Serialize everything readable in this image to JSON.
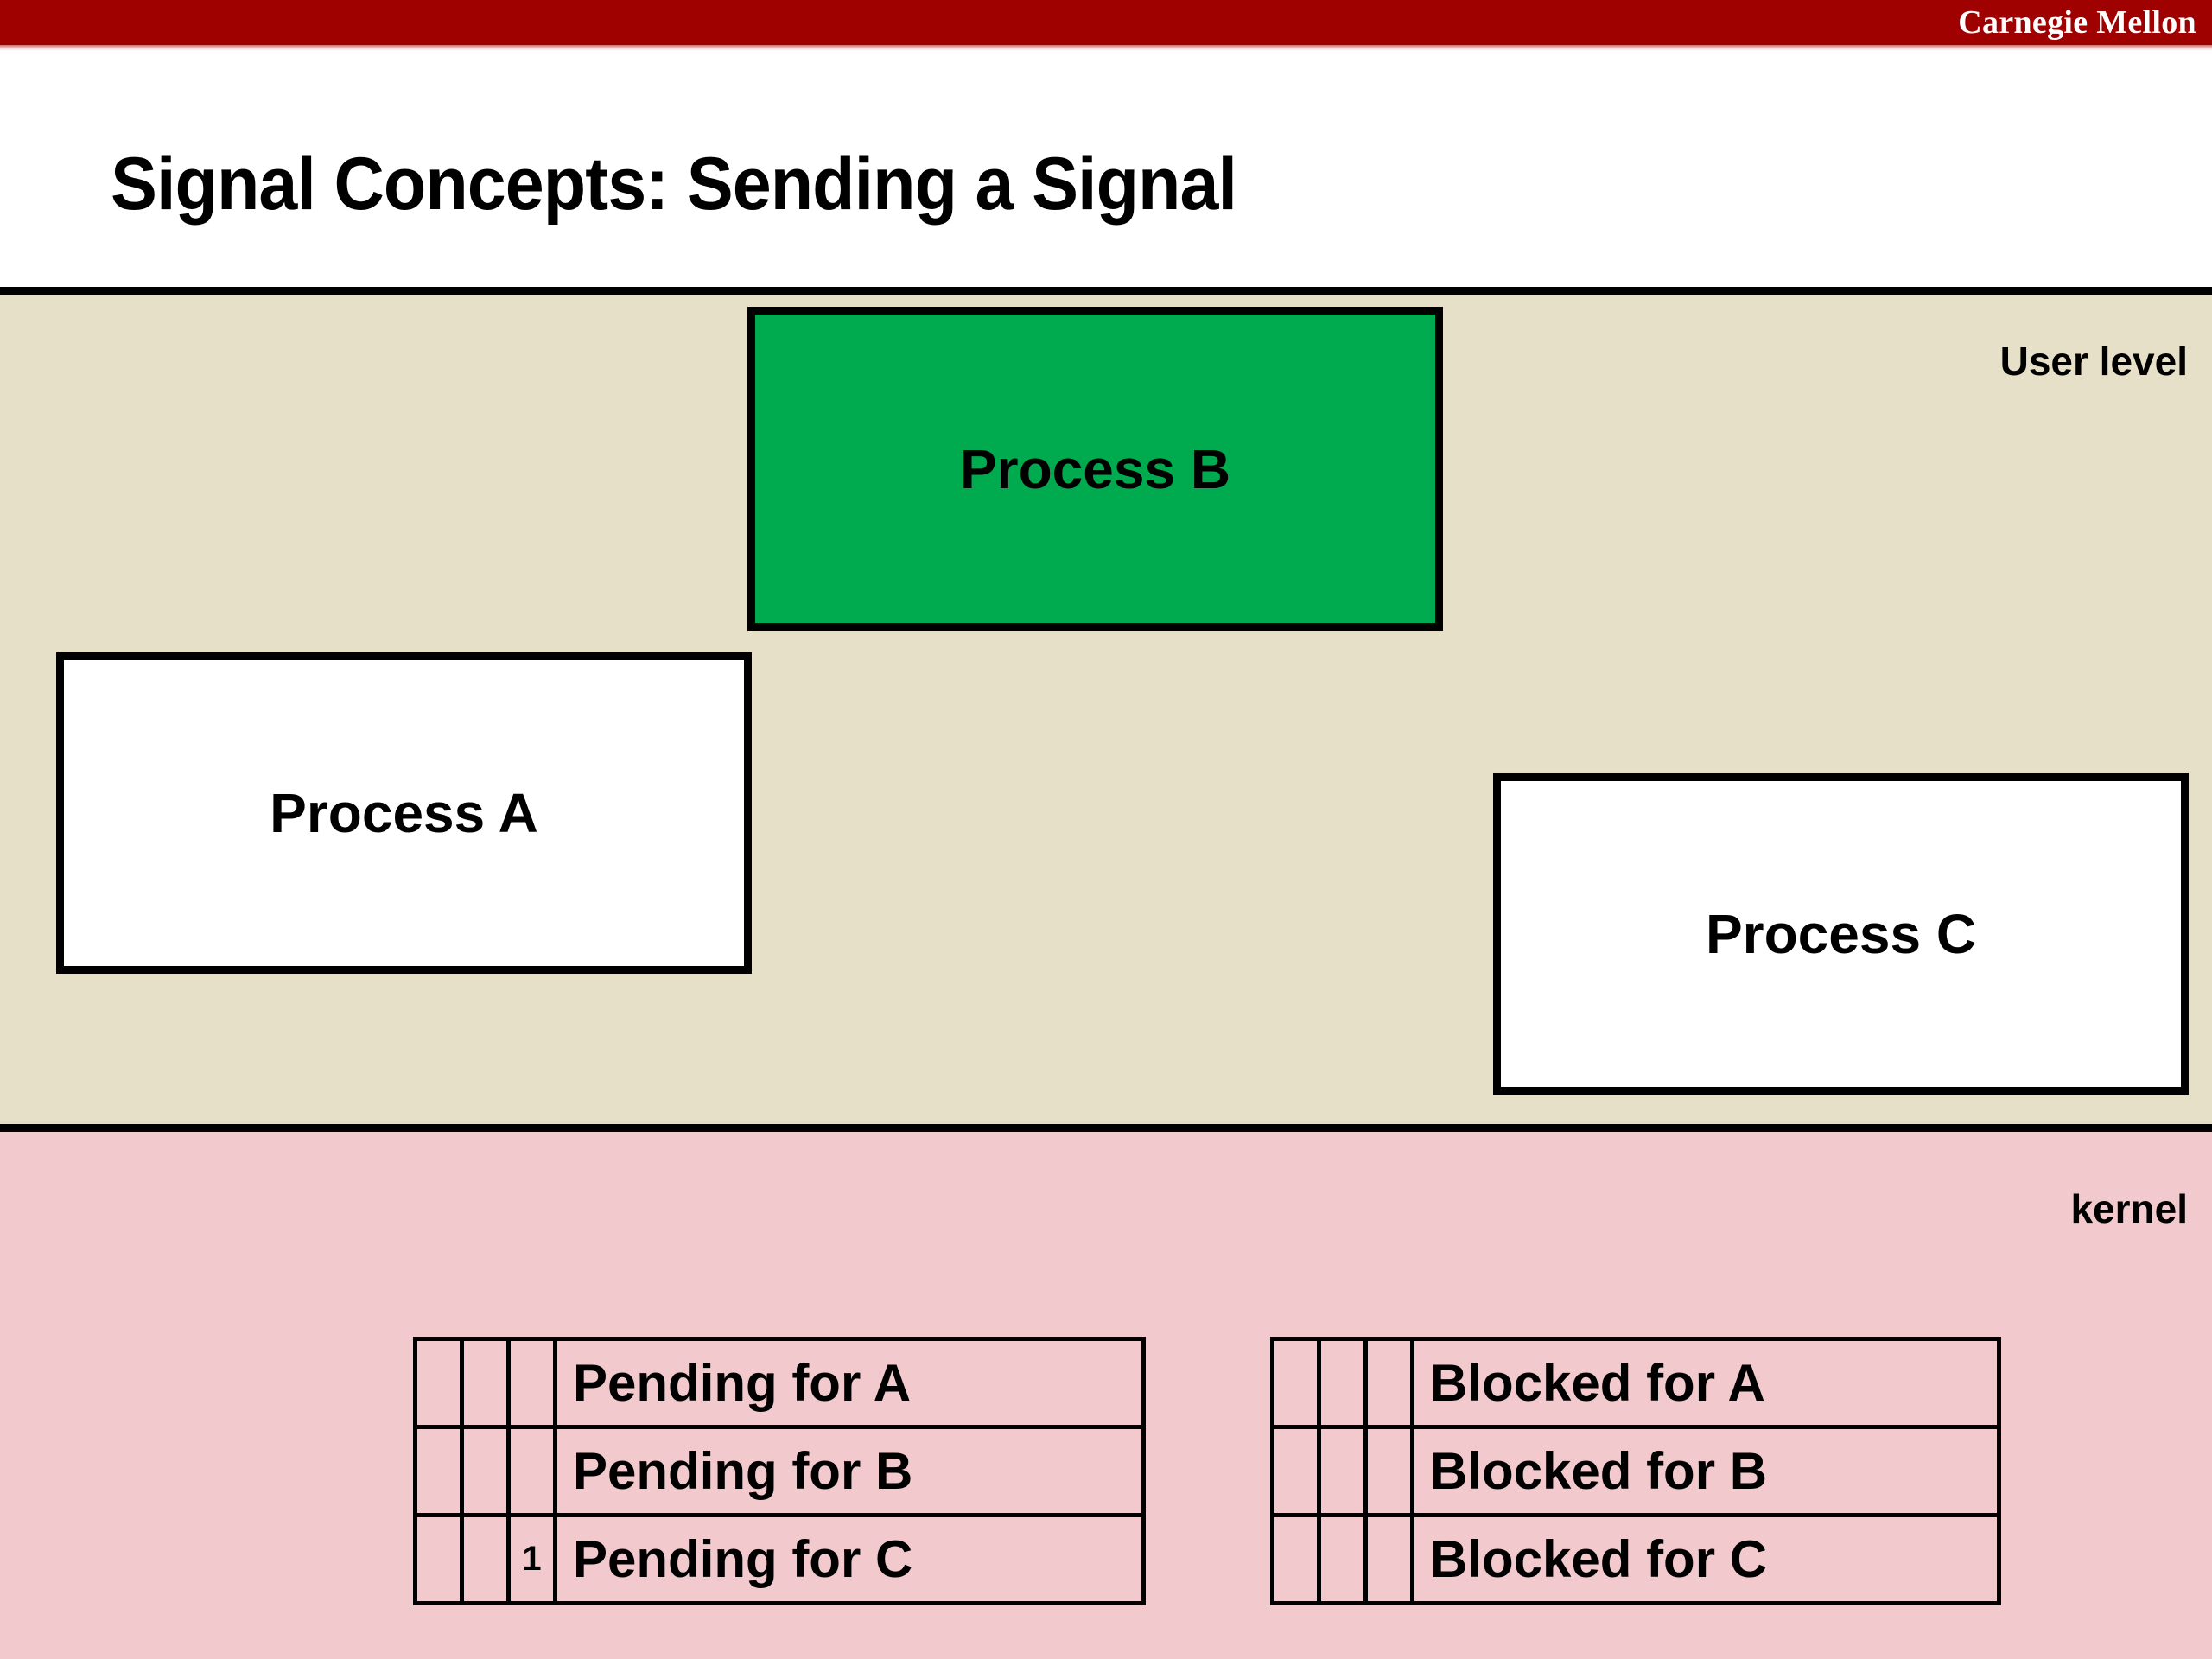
{
  "banner": {
    "wordmark": "Carnegie Mellon",
    "color": "#9F0000"
  },
  "title": "Signal Concepts: Sending a Signal",
  "regions": {
    "user": {
      "label": "User level",
      "background": "#E6E0C8"
    },
    "kernel": {
      "label": "kernel",
      "background": "#F2C9CC"
    }
  },
  "processes": [
    {
      "label": "Process A",
      "fill": "#FFFFFF"
    },
    {
      "label": "Process B",
      "fill": "#00AA4F"
    },
    {
      "label": "Process C",
      "fill": "#FFFFFF"
    }
  ],
  "tables": {
    "pending": {
      "rows": [
        {
          "bits": [
            "",
            "",
            ""
          ],
          "name": "Pending for A"
        },
        {
          "bits": [
            "",
            "",
            ""
          ],
          "name": "Pending for B"
        },
        {
          "bits": [
            "",
            "",
            "1"
          ],
          "name": "Pending for C"
        }
      ]
    },
    "blocked": {
      "rows": [
        {
          "bits": [
            "",
            "",
            ""
          ],
          "name": "Blocked for A"
        },
        {
          "bits": [
            "",
            "",
            ""
          ],
          "name": "Blocked for B"
        },
        {
          "bits": [
            "",
            "",
            ""
          ],
          "name": "Blocked for C"
        }
      ]
    }
  }
}
